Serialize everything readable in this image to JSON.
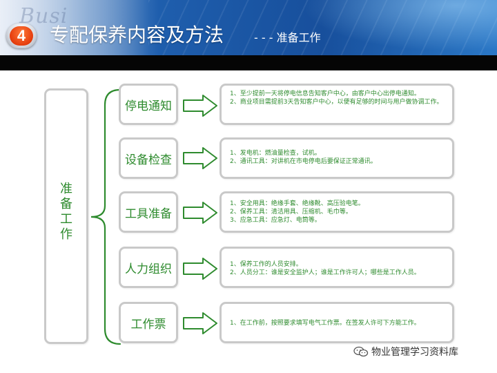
{
  "header": {
    "watermark": "Busi",
    "number": "4",
    "title": "专配保养内容及方法",
    "subtitle": "- - - 准备工作"
  },
  "main": {
    "label_chars": [
      "准",
      "备",
      "工",
      "作"
    ]
  },
  "rows": [
    {
      "category": "停电通知",
      "details": [
        "1、至少提前一天将停电信息告知客户中心，由客户中心出停电通知。",
        "2、商业项目需提前3天告知客户中心，以便有足够的时间与用户做协调工作。"
      ]
    },
    {
      "category": "设备检查",
      "details": [
        "1、发电机：燃油量检查，试机。",
        "2、通讯工具：对讲机在市电停电后要保证正常通讯。"
      ]
    },
    {
      "category": "工具准备",
      "details": [
        "1、安全用具：绝缘手套、绝缘靴、高压验电笔。",
        "2、保养工具：清洁用具、压缩机、毛巾等。",
        "3、应急工具：应急灯、电筒等。"
      ]
    },
    {
      "category": "人力组织",
      "details": [
        "1、保养工作的人员安排。",
        "2、人员分工：谁是安全监护人；谁是工作许可人；哪些是工作人员。"
      ]
    },
    {
      "category": "工作票",
      "details": [
        "1、在工作前，按照要求填写电气工作票。在签发人许可下方能工作。"
      ]
    }
  ],
  "footer": {
    "text": "物业管理学习资料库",
    "icon": "wechat-icon"
  },
  "colors": {
    "accent_green": "#2e8b2e",
    "header_blue": "#1f5fae",
    "badge_red": "#e53d0d"
  }
}
